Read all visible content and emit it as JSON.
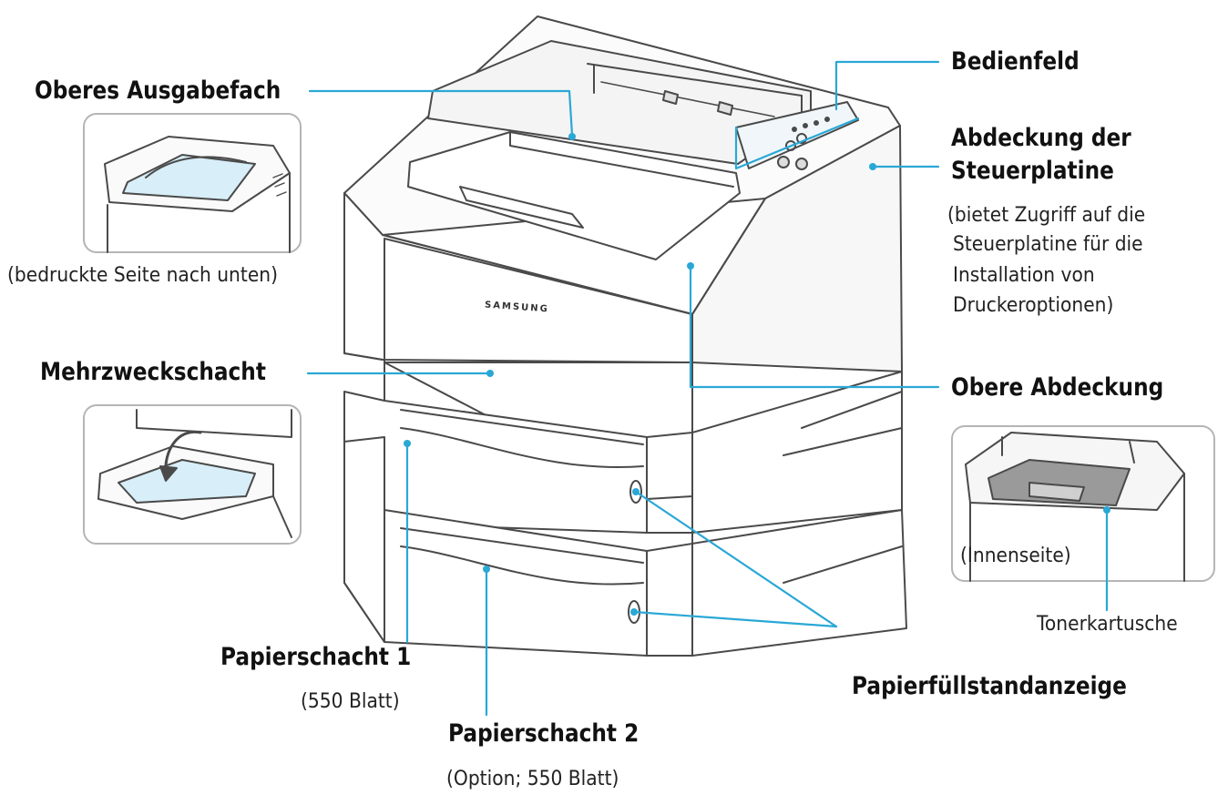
{
  "colors": {
    "leader": "#29a8d6",
    "outline": "#4a4a4a",
    "inset_border": "#b5b5b5",
    "paper_tint": "#d8eef8"
  },
  "brand": "SAMSUNG",
  "labels": {
    "oberes_ausgabefach": "Oberes Ausgabefach",
    "oberes_ausgabefach_note": "(bedruckte Seite nach unten)",
    "mehrzweckschacht": "Mehrzweckschacht",
    "papierschacht_1": "Papierschacht 1",
    "papierschacht_1_note": "(550 Blatt)",
    "papierschacht_2": "Papierschacht 2",
    "papierschacht_2_note": "(Option; 550 Blatt)",
    "bedienfeld": "Bedienfeld",
    "abdeckung_line1": "Abdeckung der",
    "abdeckung_line2": "Steuerplatine",
    "abdeckung_note1": "(bietet Zugriff auf die",
    "abdeckung_note2": "Steuerplatine für die",
    "abdeckung_note3": "Installation von",
    "abdeckung_note4": "Druckeroptionen)",
    "obere_abdeckung": "Obere Abdeckung",
    "innenseite": "(Innenseite)",
    "tonerkartusche": "Tonerkartusche",
    "papierfuellstandanzeige": "Papierfüllstandanzeige"
  }
}
